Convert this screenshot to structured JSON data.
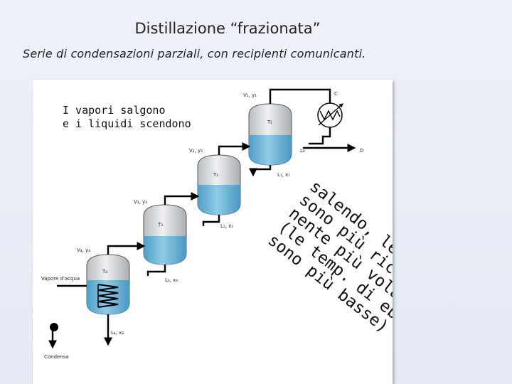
{
  "title": "Distillazione “frazionata”",
  "subtitle": "Serie di condensazioni parziali, con recipienti comunicanti.",
  "note": "I vapori salgono\ne i liquidi scendono",
  "rotated_text": [
    "salendo, le composizioni",
    "sono più ricche del compo-",
    "nente più volatile",
    "(le temp. di ebollizione",
    "sono più basse)"
  ],
  "labels": {
    "v1": "V₁, y₁",
    "c": "C",
    "t1": "T₁",
    "l0": "L₀",
    "d": "D",
    "v2": "V₂, y₂",
    "l1": "L₁, x₁",
    "t2": "T₂",
    "v3": "V₃, y₃",
    "l2": "L₂, x₂",
    "t3": "T₃",
    "v4": "V₄, y₄",
    "l3": "L₃, x₃",
    "t4": "T₄",
    "steam": "Vapore d'acqua",
    "l4": "L₄, x₄",
    "condensate": "Condensa"
  },
  "colors": {
    "liquid": "#6fb6d9",
    "vessel": "#cfd3d6",
    "line": "#000000"
  }
}
